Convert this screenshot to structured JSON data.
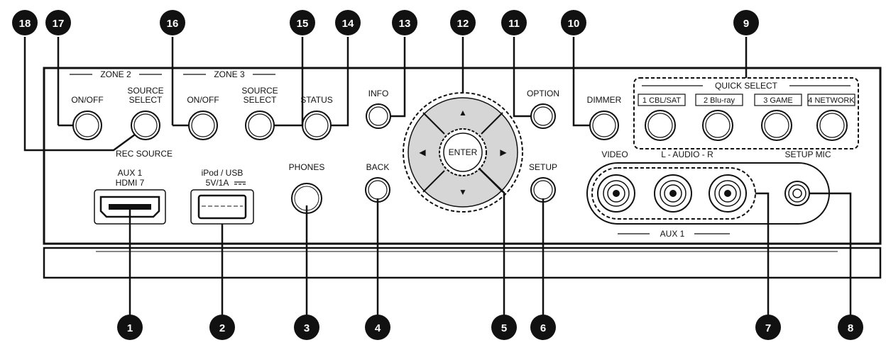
{
  "zone2": {
    "title": "ZONE 2",
    "on_off": "ON/OFF",
    "source_select_1": "SOURCE",
    "source_select_2": "SELECT",
    "rec_source": "REC SOURCE"
  },
  "zone3": {
    "title": "ZONE 3",
    "on_off": "ON/OFF",
    "source_select_1": "SOURCE",
    "source_select_2": "SELECT"
  },
  "buttons": {
    "status": "STATUS",
    "info": "INFO",
    "option": "OPTION",
    "dimmer": "DIMMER",
    "back": "BACK",
    "setup": "SETUP",
    "enter": "ENTER",
    "phones": "PHONES"
  },
  "quick_select": {
    "title": "QUICK SELECT",
    "items": [
      "1 CBL/SAT",
      "2  Blu-ray",
      "3  GAME",
      "4 NETWORK"
    ]
  },
  "aux1_hdmi": {
    "line1": "AUX 1",
    "line2": "HDMI 7"
  },
  "usb": {
    "line1": "iPod / USB",
    "line2": "5V/1A"
  },
  "aux_jacks": {
    "video": "VIDEO",
    "audio": "L -  AUDIO - R",
    "setup_mic": "SETUP MIC",
    "group": "AUX 1"
  },
  "arrows": {
    "up": "▲",
    "down": "▼",
    "left": "◀",
    "right": "▶"
  },
  "callouts": {
    "c1": "1",
    "c2": "2",
    "c3": "3",
    "c4": "4",
    "c5": "5",
    "c6": "6",
    "c7": "7",
    "c8": "8",
    "c9": "9",
    "c10": "10",
    "c11": "11",
    "c12": "12",
    "c13": "13",
    "c14": "14",
    "c15": "15",
    "c16": "16",
    "c17": "17",
    "c18": "18"
  }
}
